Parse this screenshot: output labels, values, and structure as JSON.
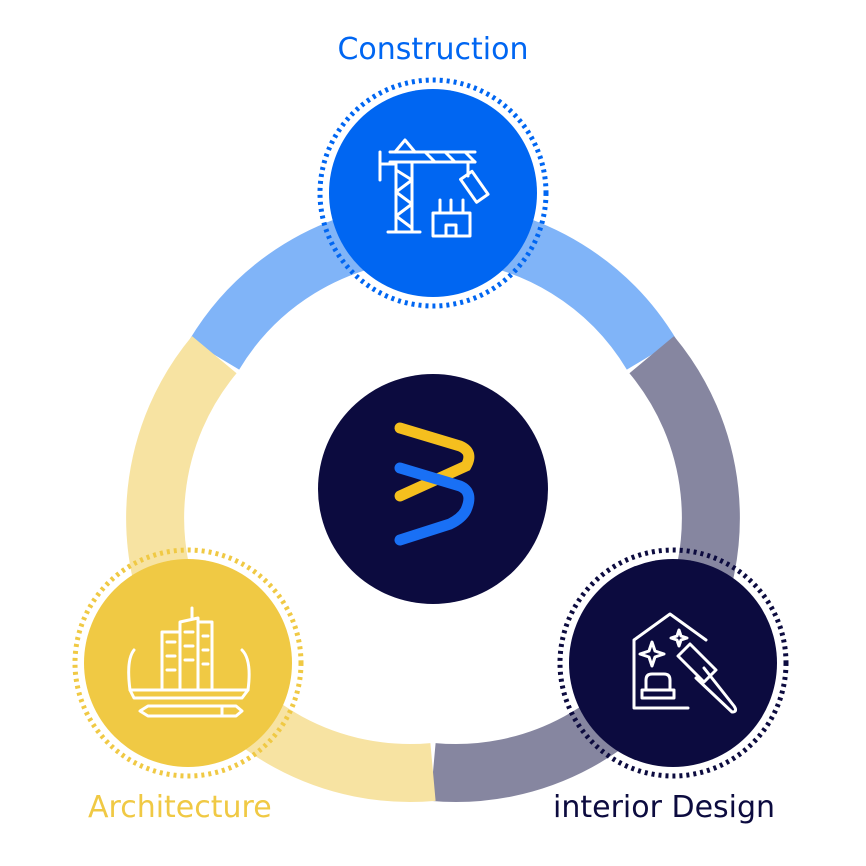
{
  "nodes": {
    "construction": {
      "label": "Construction",
      "icon": "tower-crane-icon",
      "color": "#0066F2",
      "ring_color": "#80B4F8"
    },
    "architecture": {
      "label": "Architecture",
      "icon": "blueprint-buildings-icon",
      "color": "#F0C944",
      "ring_color": "#F7E3A2"
    },
    "interior_design": {
      "label": "interior Design",
      "icon": "house-paintbrush-icon",
      "color": "#0C0B3F",
      "ring_color": "#8686A0"
    }
  },
  "center": {
    "logo": "brand-logo-icon",
    "color": "#0C0B3F"
  }
}
